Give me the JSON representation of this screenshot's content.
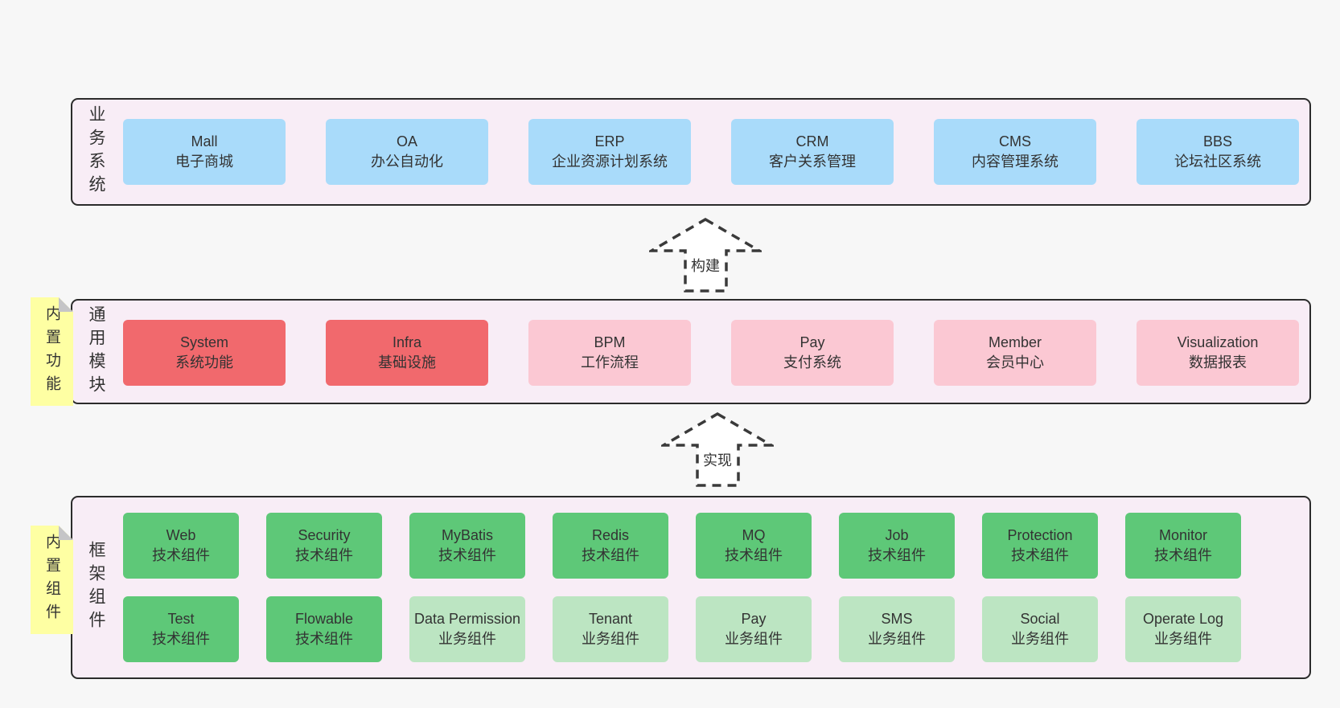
{
  "palette": {
    "page_bg": "#f7f7f7",
    "panel_bg": "#f8edf6",
    "panel_border": "#2b2b2b",
    "blue": "#a9dbfa",
    "red": "#f1696d",
    "pink": "#fbc8d3",
    "green": "#5ec878",
    "light_green": "#bce5c2",
    "note_yellow": "#feffa3",
    "note_fold_gray": "#c5c5c7",
    "text": "#333333"
  },
  "panels": {
    "business": {
      "side_label": "业务系统",
      "boxes": [
        {
          "title": "Mall",
          "subtitle": "电子商城"
        },
        {
          "title": "OA",
          "subtitle": "办公自动化"
        },
        {
          "title": "ERP",
          "subtitle": "企业资源计划系统"
        },
        {
          "title": "CRM",
          "subtitle": "客户关系管理"
        },
        {
          "title": "CMS",
          "subtitle": "内容管理系统"
        },
        {
          "title": "BBS",
          "subtitle": "论坛社区系统"
        }
      ]
    },
    "modules": {
      "side_label": "通用模块",
      "note_label": "内置功能",
      "boxes": [
        {
          "title": "System",
          "subtitle": "系统功能"
        },
        {
          "title": "Infra",
          "subtitle": "基础设施"
        },
        {
          "title": "BPM",
          "subtitle": "工作流程"
        },
        {
          "title": "Pay",
          "subtitle": "支付系统"
        },
        {
          "title": "Member",
          "subtitle": "会员中心"
        },
        {
          "title": "Visualization",
          "subtitle": "数据报表"
        }
      ]
    },
    "components": {
      "side_label": "框架组件",
      "note_label": "内置组件",
      "row1": [
        {
          "title": "Web",
          "subtitle": "技术组件"
        },
        {
          "title": "Security",
          "subtitle": "技术组件"
        },
        {
          "title": "MyBatis",
          "subtitle": "技术组件"
        },
        {
          "title": "Redis",
          "subtitle": "技术组件"
        },
        {
          "title": "MQ",
          "subtitle": "技术组件"
        },
        {
          "title": "Job",
          "subtitle": "技术组件"
        },
        {
          "title": "Protection",
          "subtitle": "技术组件"
        },
        {
          "title": "Monitor",
          "subtitle": "技术组件"
        }
      ],
      "row2": [
        {
          "title": "Test",
          "subtitle": "技术组件"
        },
        {
          "title": "Flowable",
          "subtitle": "技术组件"
        },
        {
          "title": "Data Permission",
          "subtitle": "业务组件"
        },
        {
          "title": "Tenant",
          "subtitle": "业务组件"
        },
        {
          "title": "Pay",
          "subtitle": "业务组件"
        },
        {
          "title": "SMS",
          "subtitle": "业务组件"
        },
        {
          "title": "Social",
          "subtitle": "业务组件"
        },
        {
          "title": "Operate Log",
          "subtitle": "业务组件"
        }
      ]
    }
  },
  "arrows": [
    {
      "label": "构建"
    },
    {
      "label": "实现"
    }
  ]
}
